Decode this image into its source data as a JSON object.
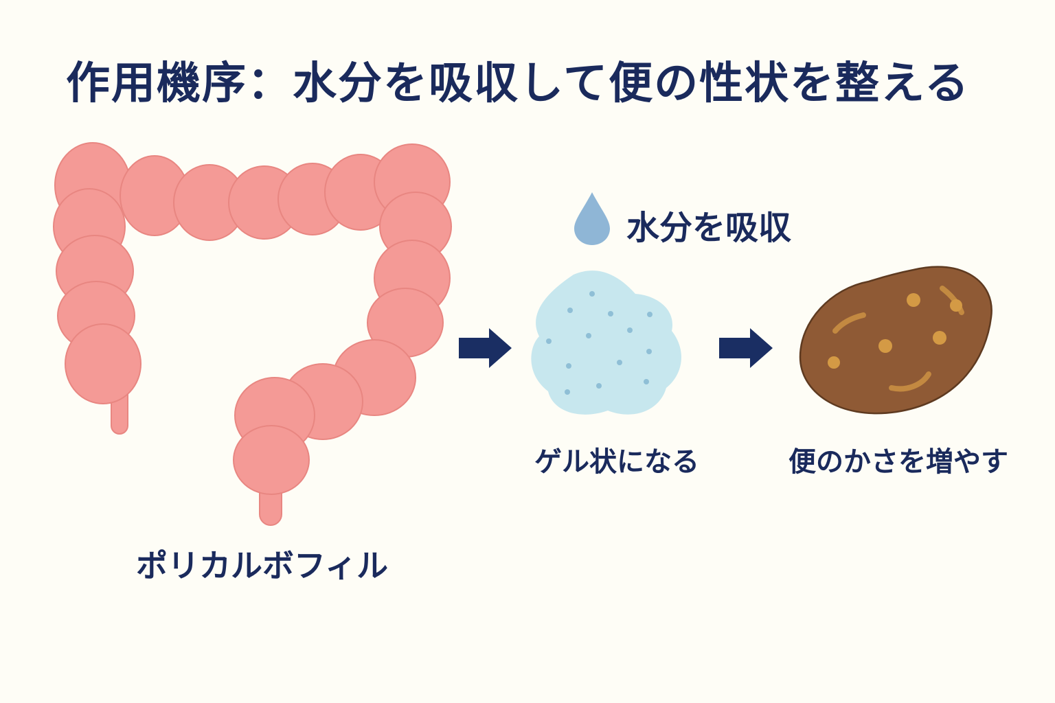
{
  "title": "作用機序：水分を吸収して便の性状を整える",
  "labels": {
    "drug": "ポリカルボフィル",
    "water": "水分を吸収",
    "gel": "ゲル状になる",
    "stool": "便のかさを増やす"
  },
  "colors": {
    "background": "#fefdf6",
    "text": "#1a2a5c",
    "intestine": "#f49a96",
    "intestine_stroke": "#e88681",
    "droplet": "#8fb6d6",
    "gel": "#c7e7ee",
    "gel_dots": "#8fbfd6",
    "stool": "#8f5a35",
    "stool_stroke": "#5e3a20",
    "stool_spots": "#d49a45",
    "arrow": "#1a2e63"
  },
  "icons": [
    "intestine-icon",
    "water-drop-icon",
    "gel-icon",
    "stool-icon",
    "arrow-right-icon"
  ]
}
